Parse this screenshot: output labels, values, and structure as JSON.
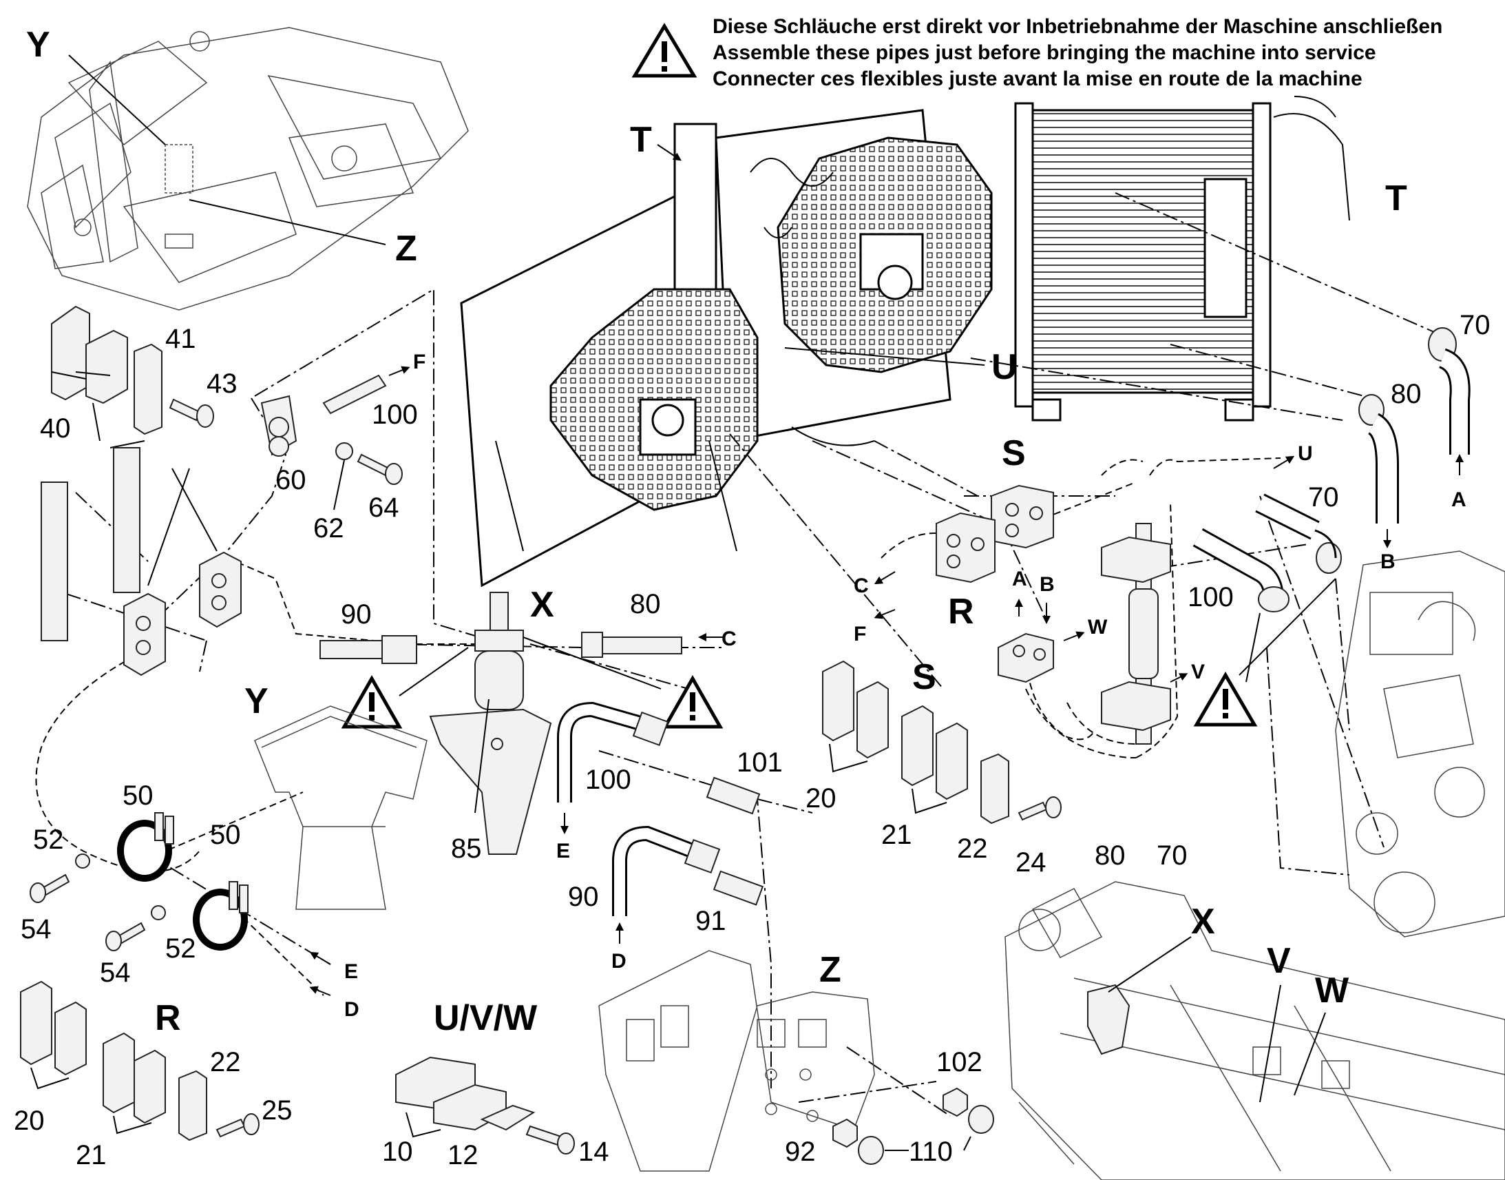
{
  "warning": {
    "lines": [
      "Diese Schläuche erst direkt vor Inbetriebnahme der Maschine anschließen",
      "Assemble these pipes just before  bringing the machine into service",
      "Connecter ces flexibles juste avant la mise en route de la machine"
    ],
    "icon": "warning-triangle-icon"
  },
  "view_labels": {
    "Y_top": "Y",
    "Z_top": "Z",
    "T_left": "T",
    "T_right": "T",
    "U": "U",
    "S_upper": "S",
    "S_lower": "S",
    "R_mid": "R",
    "R_lower": "R",
    "X_mid": "X",
    "Y_lower": "Y",
    "Z_lower": "Z",
    "UVW": "U/V/W",
    "X_lower": "X",
    "V_lower": "V",
    "W_lower": "W"
  },
  "part_numbers": {
    "p40": "40",
    "p41": "41",
    "p43": "43",
    "p60": "60",
    "p62": "62",
    "p64": "64",
    "p100_top": "100",
    "p90_mid": "90",
    "p80_mid": "80",
    "p85": "85",
    "p100_bend": "100",
    "p101": "101",
    "p90_bend": "90",
    "p91": "91",
    "p50_a": "50",
    "p50_b": "50",
    "p52_a": "52",
    "p52_b": "52",
    "p54_a": "54",
    "p54_b": "54",
    "p20_lower": "20",
    "p21_lower": "21",
    "p22_lower": "22",
    "p25": "25",
    "p10": "10",
    "p12": "12",
    "p14": "14",
    "p102": "102",
    "p92": "92",
    "p110": "110",
    "p20_mid": "20",
    "p21_mid": "21",
    "p22_mid": "22",
    "p24": "24",
    "p80_right": "80",
    "p70_right": "70",
    "p70_top": "70",
    "p80_top": "80",
    "p70_elbow": "70",
    "p100_right": "100"
  },
  "flow_letters": {
    "F_top": "F",
    "C_right": "C",
    "E_bend": "E",
    "D_bend": "D",
    "E_clamp": "E",
    "D_clamp": "D",
    "C_left": "C",
    "F_left": "F",
    "A_block": "A",
    "B_block": "B",
    "W_block": "W",
    "V_block": "V",
    "U_block": "U",
    "A_top": "A",
    "B_top": "B"
  },
  "colors": {
    "ink": "#000000",
    "paper": "#ffffff",
    "part_fill": "#f2f2f2"
  }
}
